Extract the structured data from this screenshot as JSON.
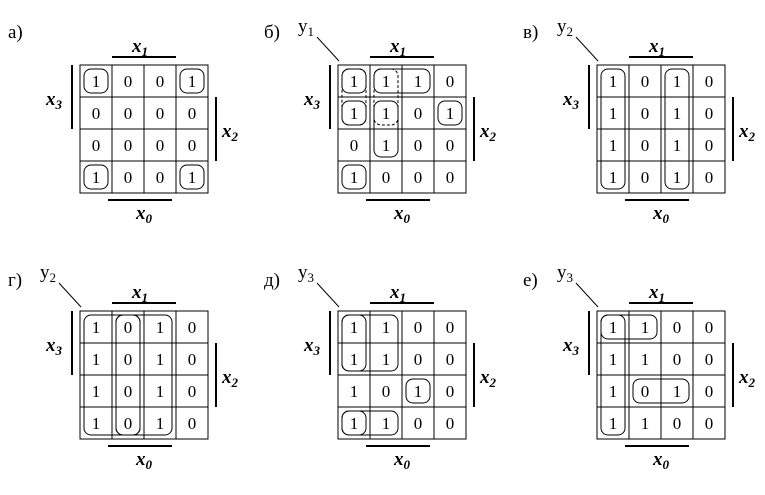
{
  "panels": [
    {
      "id": "a",
      "label": "а)",
      "output": "",
      "output_sub": "",
      "x1": "x",
      "x1_sub": "1",
      "x2": "x",
      "x2_sub": "2",
      "x3": "x",
      "x3_sub": "3",
      "x0": "x",
      "x0_sub": "0",
      "cells": [
        [
          "1",
          "0",
          "0",
          "1"
        ],
        [
          "0",
          "0",
          "0",
          "0"
        ],
        [
          "0",
          "0",
          "0",
          "0"
        ],
        [
          "1",
          "0",
          "0",
          "1"
        ]
      ],
      "loops": [
        {
          "r0": 0,
          "c0": 0,
          "r1": 0,
          "c1": 0,
          "style": "solid",
          "open": "corner-tl"
        },
        {
          "r0": 0,
          "c0": 3,
          "r1": 0,
          "c1": 3,
          "style": "solid",
          "open": "corner-tr"
        },
        {
          "r0": 3,
          "c0": 0,
          "r1": 3,
          "c1": 0,
          "style": "solid",
          "open": "corner-bl"
        },
        {
          "r0": 3,
          "c0": 3,
          "r1": 3,
          "c1": 3,
          "style": "solid",
          "open": "corner-br"
        }
      ]
    },
    {
      "id": "b",
      "label": "б)",
      "output": "у",
      "output_sub": "1",
      "x1": "x",
      "x1_sub": "1",
      "x2": "x",
      "x2_sub": "2",
      "x3": "x",
      "x3_sub": "3",
      "x0": "x",
      "x0_sub": "0",
      "cells": [
        [
          "1",
          "1",
          "1",
          "0"
        ],
        [
          "1",
          "1",
          "0",
          "1"
        ],
        [
          "0",
          "1",
          "0",
          "0"
        ],
        [
          "1",
          "0",
          "0",
          "0"
        ]
      ],
      "loops": [
        {
          "r0": 0,
          "c0": 0,
          "r1": 1,
          "c1": 0,
          "style": "dashed"
        },
        {
          "r0": 0,
          "c0": 1,
          "r1": 1,
          "c1": 1,
          "style": "dashed"
        },
        {
          "r0": 0,
          "c0": 1,
          "r1": 0,
          "c1": 2,
          "style": "solid"
        },
        {
          "r0": 0,
          "c0": 0,
          "r1": 0,
          "c1": 0,
          "style": "solid"
        },
        {
          "r0": 1,
          "c0": 0,
          "r1": 1,
          "c1": 0,
          "style": "solid"
        },
        {
          "r0": 1,
          "c0": 1,
          "r1": 2,
          "c1": 1,
          "style": "solid"
        },
        {
          "r0": 1,
          "c0": 3,
          "r1": 1,
          "c1": 3,
          "style": "solid"
        },
        {
          "r0": 3,
          "c0": 0,
          "r1": 3,
          "c1": 0,
          "style": "solid"
        }
      ]
    },
    {
      "id": "v",
      "label": "в)",
      "output": "у",
      "output_sub": "2",
      "x1": "x",
      "x1_sub": "1",
      "x2": "x",
      "x2_sub": "2",
      "x3": "x",
      "x3_sub": "3",
      "x0": "x",
      "x0_sub": "0",
      "cells": [
        [
          "1",
          "0",
          "1",
          "0"
        ],
        [
          "1",
          "0",
          "1",
          "0"
        ],
        [
          "1",
          "0",
          "1",
          "0"
        ],
        [
          "1",
          "0",
          "1",
          "0"
        ]
      ],
      "loops": [
        {
          "r0": 0,
          "c0": 0,
          "r1": 3,
          "c1": 0,
          "style": "solid"
        },
        {
          "r0": 0,
          "c0": 2,
          "r1": 3,
          "c1": 2,
          "style": "solid"
        }
      ]
    },
    {
      "id": "g",
      "label": "г)",
      "output": "у",
      "output_sub": "2",
      "x1": "x",
      "x1_sub": "1",
      "x2": "x",
      "x2_sub": "2",
      "x3": "x",
      "x3_sub": "3",
      "x0": "x",
      "x0_sub": "0",
      "cells": [
        [
          "1",
          "0",
          "1",
          "0"
        ],
        [
          "1",
          "0",
          "1",
          "0"
        ],
        [
          "1",
          "0",
          "1",
          "0"
        ],
        [
          "1",
          "0",
          "1",
          "0"
        ]
      ],
      "loops": [
        {
          "r0": 0,
          "c0": 0,
          "r1": 3,
          "c1": 1,
          "style": "solid"
        },
        {
          "r0": 0,
          "c0": 1,
          "r1": 3,
          "c1": 2,
          "style": "solid"
        },
        {
          "r0": 0,
          "c0": 1,
          "r1": 3,
          "c1": 1,
          "style": "solid"
        }
      ]
    },
    {
      "id": "d",
      "label": "д)",
      "output": "у",
      "output_sub": "3",
      "x1": "x",
      "x1_sub": "1",
      "x2": "x",
      "x2_sub": "2",
      "x3": "x",
      "x3_sub": "3",
      "x0": "x",
      "x0_sub": "0",
      "cells": [
        [
          "1",
          "1",
          "0",
          "0"
        ],
        [
          "1",
          "1",
          "0",
          "0"
        ],
        [
          "1",
          "0",
          "1",
          "0"
        ],
        [
          "1",
          "1",
          "0",
          "0"
        ]
      ],
      "loops": [
        {
          "r0": 0,
          "c0": 0,
          "r1": 1,
          "c1": 1,
          "style": "solid"
        },
        {
          "r0": 0,
          "c0": 0,
          "r1": 1,
          "c1": 0,
          "style": "solid"
        },
        {
          "r0": 2,
          "c0": 2,
          "r1": 2,
          "c1": 2,
          "style": "solid"
        },
        {
          "r0": 3,
          "c0": 0,
          "r1": 3,
          "c1": 1,
          "style": "solid"
        },
        {
          "r0": 3,
          "c0": 0,
          "r1": 3,
          "c1": 0,
          "style": "solid"
        }
      ]
    },
    {
      "id": "e",
      "label": "е)",
      "output": "у",
      "output_sub": "3",
      "x1": "x",
      "x1_sub": "1",
      "x2": "x",
      "x2_sub": "2",
      "x3": "x",
      "x3_sub": "3",
      "x0": "x",
      "x0_sub": "0",
      "cells": [
        [
          "1",
          "1",
          "0",
          "0"
        ],
        [
          "1",
          "1",
          "0",
          "0"
        ],
        [
          "1",
          "0",
          "1",
          "0"
        ],
        [
          "1",
          "1",
          "0",
          "0"
        ]
      ],
      "loops": [
        {
          "r0": 0,
          "c0": 0,
          "r1": 3,
          "c1": 0,
          "style": "solid"
        },
        {
          "r0": 0,
          "c0": 0,
          "r1": 0,
          "c1": 1,
          "style": "solid"
        },
        {
          "r0": 2,
          "c0": 1,
          "r1": 2,
          "c1": 2,
          "style": "solid"
        }
      ]
    }
  ]
}
